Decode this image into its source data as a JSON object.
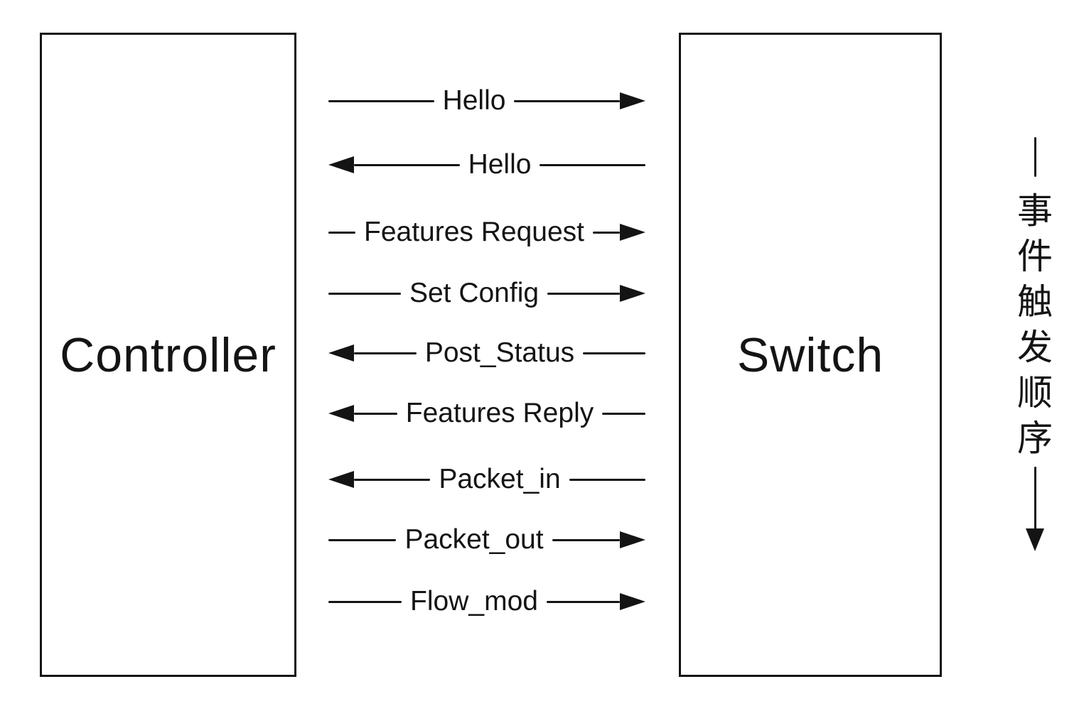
{
  "diagram": {
    "left_box": {
      "label": "Controller"
    },
    "right_box": {
      "label": "Switch"
    },
    "messages": [
      {
        "label": "Hello",
        "direction": "right"
      },
      {
        "label": "Hello",
        "direction": "left"
      },
      {
        "label": "Features Request",
        "direction": "right"
      },
      {
        "label": "Set Config",
        "direction": "right"
      },
      {
        "label": "Post_Status",
        "direction": "left"
      },
      {
        "label": "Features Reply",
        "direction": "left"
      },
      {
        "label": "Packet_in",
        "direction": "left"
      },
      {
        "label": "Packet_out",
        "direction": "right"
      },
      {
        "label": "Flow_mod",
        "direction": "right"
      }
    ],
    "side_note": {
      "text": "事件触发顺序",
      "chars": [
        "事",
        "件",
        "触",
        "发",
        "顺",
        "序"
      ]
    },
    "colors": {
      "ink": "#141414",
      "background": "#ffffff"
    }
  }
}
